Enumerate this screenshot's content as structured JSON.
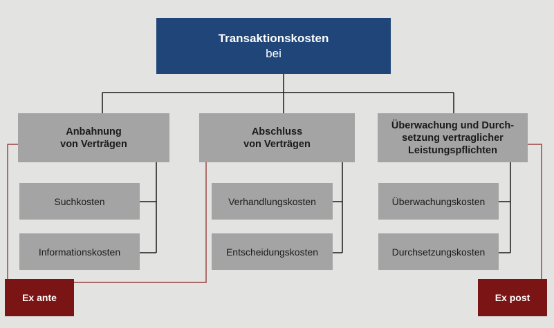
{
  "root": {
    "title": "Transaktionskosten",
    "subtitle": "bei"
  },
  "categories": [
    {
      "label": "Anbahnung\nvon Verträgen",
      "items": [
        "Suchkosten",
        "Informationskosten"
      ]
    },
    {
      "label": "Abschluss\nvon Verträgen",
      "items": [
        "Verhandlungskosten",
        "Entscheidungskosten"
      ]
    },
    {
      "label": "Überwachung und Durch-\nsetzung vertraglicher\nLeistungspflichten",
      "items": [
        "Überwachungskosten",
        "Durchsetzungskosten"
      ]
    }
  ],
  "tags": {
    "ex_ante": "Ex ante",
    "ex_post": "Ex post"
  },
  "colors": {
    "background": "#e3e3e2",
    "root_fill": "#1f4579",
    "box_fill": "#a4a4a4",
    "tag_fill": "#7b1415",
    "connector": "#1a1a1a",
    "bracket": "#8b2020"
  }
}
